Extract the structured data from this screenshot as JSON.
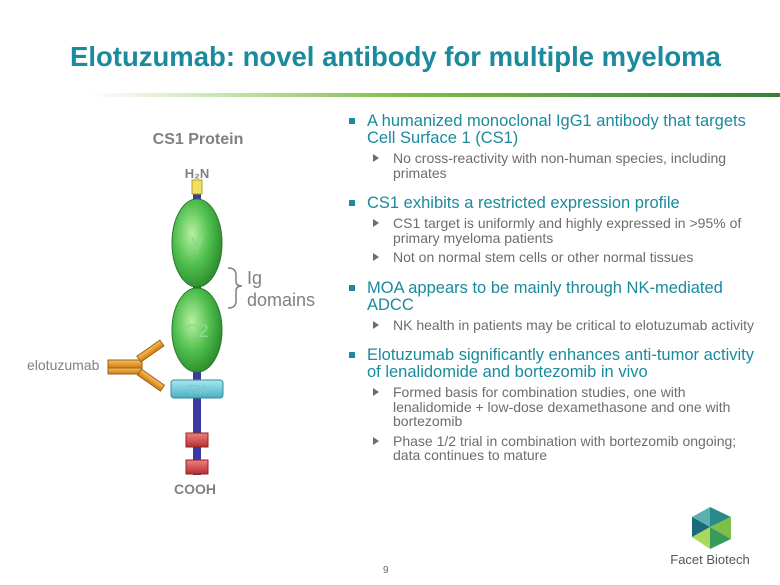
{
  "title": "Elotuzumab: novel antibody for multiple myeloma",
  "diagram": {
    "protein_label": "CS1 Protein",
    "n_terminus": "H₂N",
    "domain_v": "V",
    "domain_c2": "C2",
    "tm_label": "TM",
    "c_terminus": "COOH",
    "ig_label_line1": "Ig",
    "ig_label_line2": "domains",
    "antibody_label": "elotuzumab"
  },
  "bullets": [
    {
      "text": "A humanized monoclonal IgG1 antibody that targets Cell Surface 1 (CS1)",
      "sub": [
        "No cross-reactivity with non-human species, including primates"
      ]
    },
    {
      "text": "CS1 exhibits a restricted expression profile",
      "sub": [
        "CS1 target is uniformly and highly expressed in >95% of primary myeloma patients",
        "Not on normal stem cells or other normal tissues"
      ]
    },
    {
      "text": "MOA appears to be mainly through NK-mediated ADCC",
      "sub": [
        "NK health in patients may be critical to elotuzumab activity"
      ]
    },
    {
      "text": "Elotuzumab significantly enhances anti-tumor activity of lenalidomide and bortezomib in vivo",
      "sub": [
        "Formed basis for combination studies, one with lenalidomide + low-dose dexamethasone and one with bortezomib",
        "Phase 1/2 trial in combination with bortezomib ongoing; data continues to mature"
      ]
    }
  ],
  "page_number": "9",
  "logo_text": "Facet Biotech"
}
